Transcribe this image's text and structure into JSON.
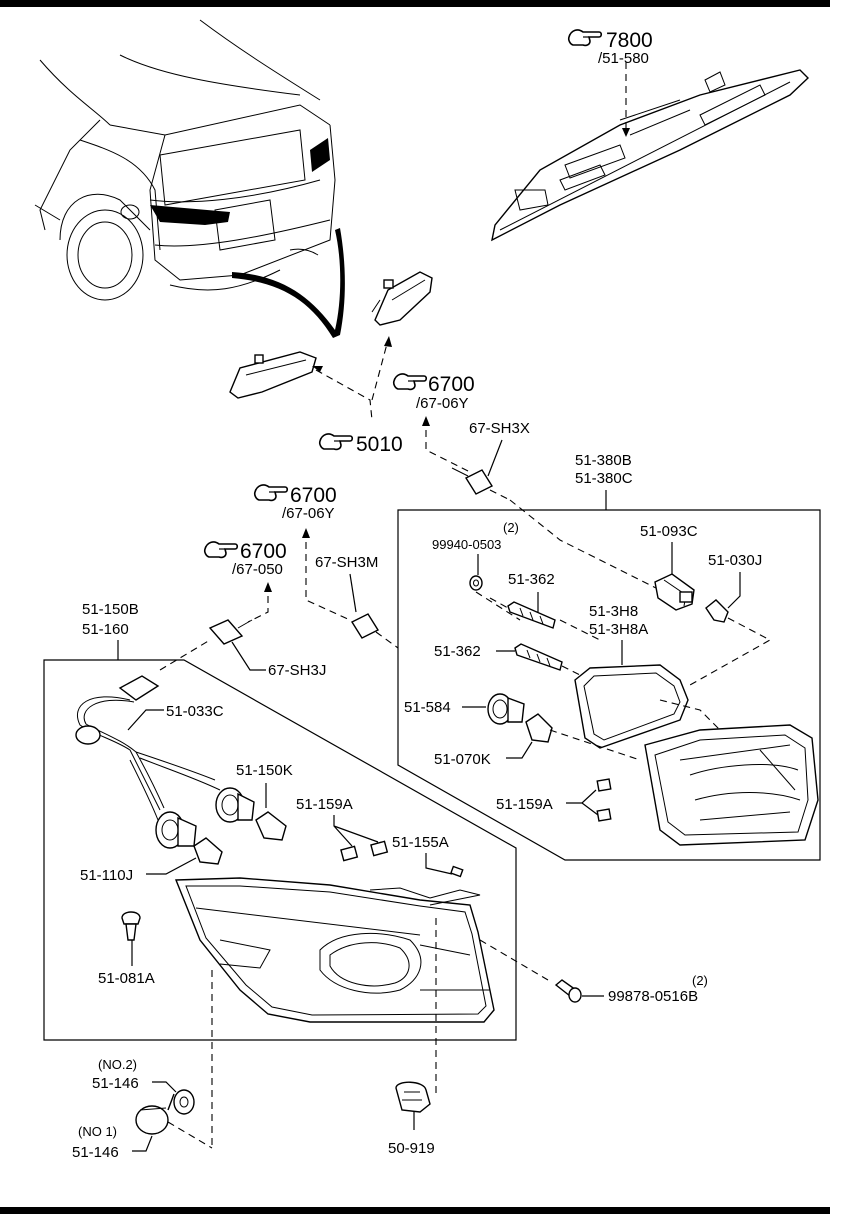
{
  "refs": {
    "r7800": {
      "num": "7800",
      "sub": "/51-580"
    },
    "r6700a": {
      "num": "6700",
      "sub": "/67-06Y"
    },
    "r5010": {
      "num": "5010"
    },
    "r6700b": {
      "num": "6700",
      "sub": "/67-06Y"
    },
    "r6700c": {
      "num": "6700",
      "sub": "/67-050"
    }
  },
  "labels": {
    "p67sh3x": "67-SH3X",
    "p51380b": "51-380B",
    "p51380c": "51-380C",
    "qty2a": "(2)",
    "p999400503": "99940-0503",
    "p51093c": "51-093C",
    "p51030j": "51-030J",
    "p67sh3m": "67-SH3M",
    "p51362a": "51-362",
    "p513h8": "51-3H8",
    "p513h8a": "51-3H8A",
    "p51362b": "51-362",
    "p51150b": "51-150B",
    "p51160": "51-160",
    "p67sh3j": "67-SH3J",
    "p51584": "51-584",
    "p51070k": "51-070K",
    "p51033c": "51-033C",
    "p51150k": "51-150K",
    "p51159a_r": "51-159A",
    "p51159a_l": "51-159A",
    "p51155a": "51-155A",
    "p51110j": "51-110J",
    "p51081a": "51-081A",
    "qty2b": "(2)",
    "p998780516b": "99878-0516B",
    "no2": "(NO.2)",
    "p51146a": "51-146",
    "no1": "(NO 1)",
    "p51146b": "51-146",
    "p50919": "50-919"
  }
}
